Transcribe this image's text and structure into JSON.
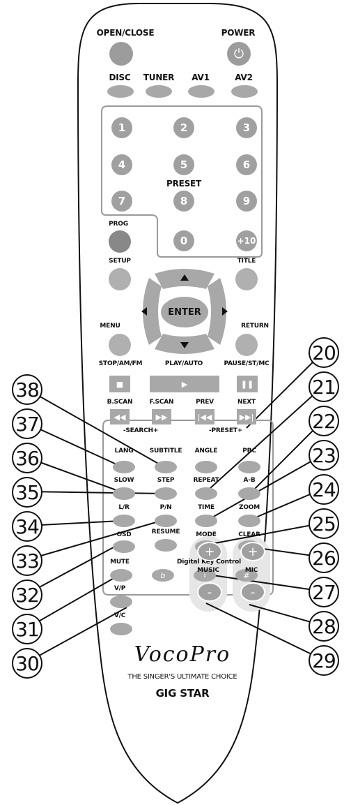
{
  "buttons": {
    "open_close": "OPEN/CLOSE",
    "power": "POWER",
    "disc": "DISC",
    "tuner": "TUNER",
    "av1": "AV1",
    "av2": "AV2",
    "preset": "PRESET",
    "prog": "PROG",
    "setup": "SETUP",
    "title": "TITLE",
    "enter": "ENTER",
    "menu": "MENU",
    "return": "RETURN",
    "stop": "STOP/AM/FM",
    "play": "PLAY/AUTO",
    "pause": "PAUSE/ST/MC",
    "bscan": "B.SCAN",
    "fscan": "F.SCAN",
    "prev": "PREV",
    "next": "NEXT",
    "search": "-SEARCH+",
    "preset_skip": "-PRESET+",
    "lang": "LANG",
    "subtitle": "SUBTITLE",
    "angle": "ANGLE",
    "pbc": "PBC",
    "slow": "SLOW",
    "step": "STEP",
    "repeat": "REPEAT",
    "ab": "A-B",
    "lr": "L/R",
    "pn": "P/N",
    "time": "TIME",
    "zoom": "ZOOM",
    "osd": "OSD",
    "resume": "RESUME",
    "mode": "MODE",
    "clear": "CLEAR",
    "mute": "MUTE",
    "digital_key": "Digital Key Control",
    "flat": "b",
    "natural": "♮",
    "sharp": "#",
    "vp": "V/P",
    "vc": "V/C",
    "music": "MUSIC",
    "mic": "MIC",
    "plus": "+",
    "minus": "-"
  },
  "numbers": [
    "1",
    "2",
    "3",
    "4",
    "5",
    "6",
    "7",
    "8",
    "9",
    "0",
    "+10"
  ],
  "branding": {
    "logo": "VocoPro",
    "tagline": "THE SINGER'S ULTIMATE CHOICE",
    "model": "GIG STAR"
  },
  "callouts": [
    "20",
    "21",
    "22",
    "23",
    "24",
    "25",
    "26",
    "27",
    "28",
    "29",
    "30",
    "31",
    "32",
    "33",
    "34",
    "35",
    "36",
    "37",
    "38"
  ]
}
